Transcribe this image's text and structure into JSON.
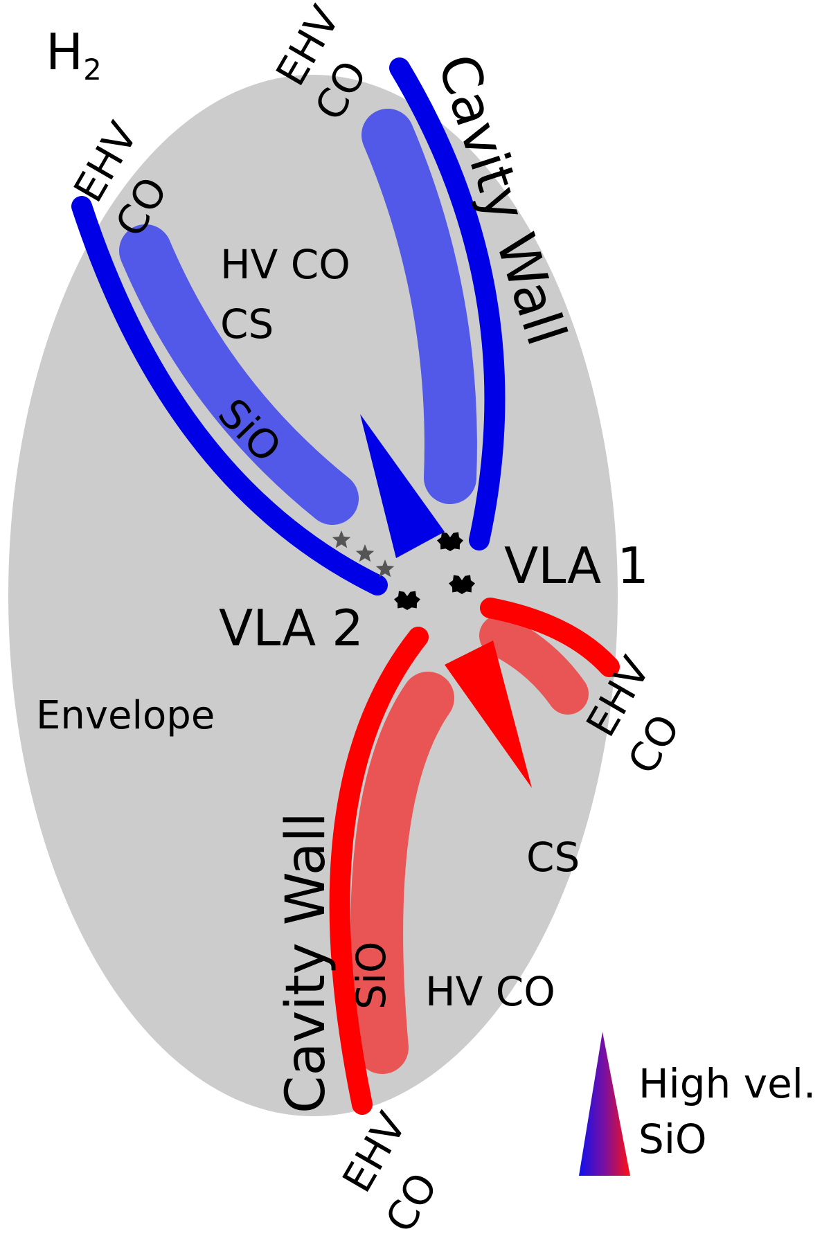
{
  "labels": {
    "h2": "H",
    "h2_sub": "2",
    "envelope": "Envelope",
    "vla1": "VLA 1",
    "vla2": "VLA 2",
    "cavity_wall": "Cavity Wall",
    "ehv": "EHV",
    "co": "CO",
    "hv_co": "HV CO",
    "cs": "CS",
    "sio": "SiO"
  },
  "legend": {
    "line1": "High vel.",
    "line2": "SiO"
  },
  "colors": {
    "envelope": "#cccccc",
    "blue_wall": "#0000e6",
    "blue_sio": "#5258e8",
    "red_wall": "#ff0000",
    "red_sio": "#e95454",
    "stars": "#000000",
    "small_stars": "#555555"
  }
}
